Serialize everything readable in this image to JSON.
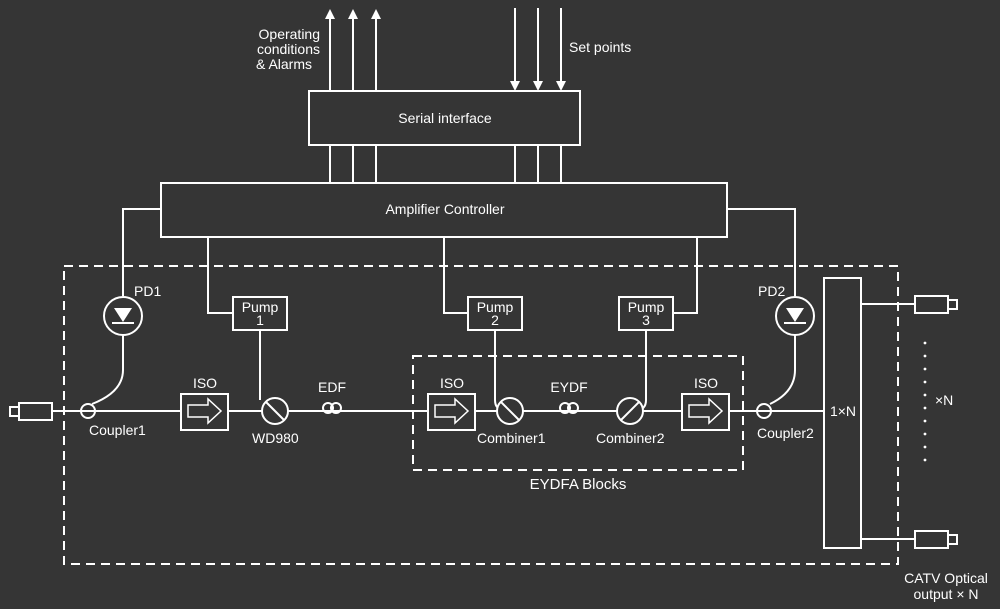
{
  "labels": {
    "operating": [
      "Operating",
      "conditions",
      "& Alarms"
    ],
    "setpoints": "Set points",
    "serial": "Serial interface",
    "controller": "Amplifier Controller",
    "pd1": "PD1",
    "pd2": "PD2",
    "pump1": [
      "Pump",
      "1"
    ],
    "pump2": [
      "Pump",
      "2"
    ],
    "pump3": [
      "Pump",
      "3"
    ],
    "iso1": "ISO",
    "iso2": "ISO",
    "iso3": "ISO",
    "edf": "EDF",
    "eydf": "EYDF",
    "coupler1": "Coupler1",
    "coupler2": "Coupler2",
    "wd980": "WD980",
    "combiner1": "Combiner1",
    "combiner2": "Combiner2",
    "eydfa": "EYDFA Blocks",
    "splitter": "1×N",
    "xn": "×N",
    "catv": [
      "CATV Optical",
      "output × N"
    ]
  },
  "colors": {
    "background": "#353535",
    "line": "#ffffff"
  }
}
